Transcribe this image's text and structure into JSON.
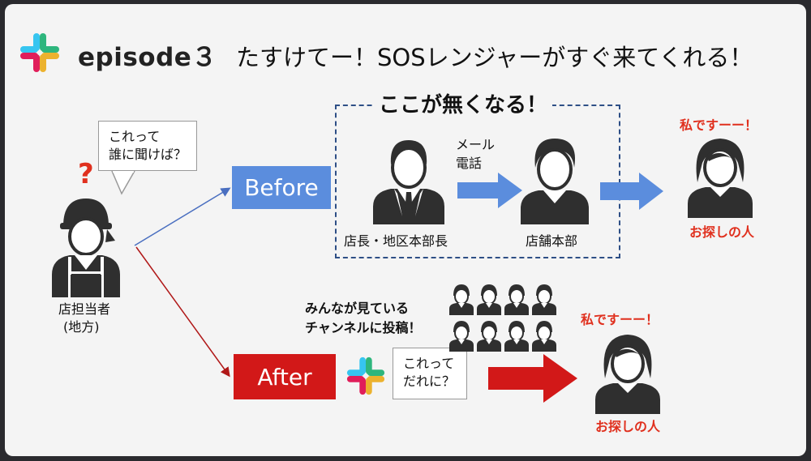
{
  "header": {
    "episode": "episode３",
    "title": "たすけてー！SOSレンジャーがすぐ来てくれる！"
  },
  "left": {
    "bubble_line1": "これって",
    "bubble_line2": "誰に聞けば？",
    "question_mark": "?",
    "person_label_line1": "店担当者",
    "person_label_line2": "(地方)"
  },
  "before": {
    "button": "Before",
    "dashed_title": "ここが無くなる！",
    "channel_line1": "メール",
    "channel_line2": "電話",
    "manager_label": "店長・地区本部長",
    "hq_label": "店舗本部",
    "target_callout": "私ですーー！",
    "target_label": "お探しの人"
  },
  "after": {
    "button": "After",
    "post_line1": "みんなが見ている",
    "post_line2": "チャンネルに投稿！",
    "bubble_line1": "これって",
    "bubble_line2": "だれに？",
    "target_callout": "私ですーー！",
    "target_label": "お探しの人"
  },
  "colors": {
    "before_blue": "#5b8ddd",
    "after_red": "#d21818",
    "callout_red": "#e0301e",
    "slack_blue": "#36c5f0",
    "slack_green": "#2eb67d",
    "slack_red": "#e01e5a",
    "slack_yellow": "#ecb22e"
  },
  "icons": [
    "slack-logo-icon",
    "person-icon",
    "businessman-icon",
    "arrow-right-icon"
  ]
}
